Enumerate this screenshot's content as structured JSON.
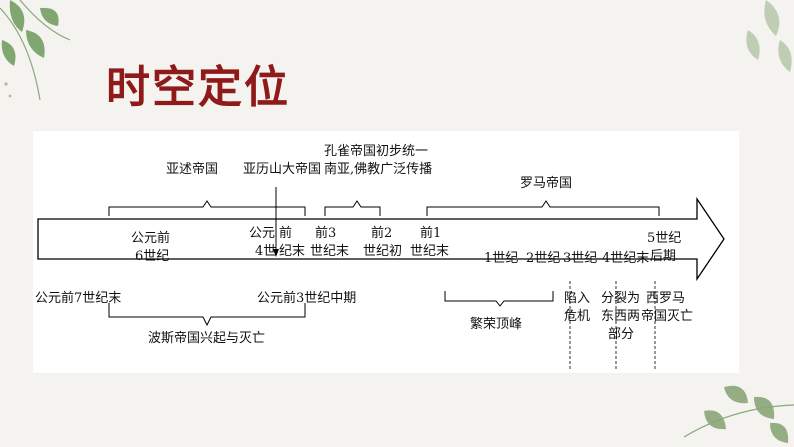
{
  "slide": {
    "title": "时空定位",
    "colors": {
      "title": "#8e1a1a",
      "leaf": "#6e9a5c",
      "panel": "#ffffff"
    }
  },
  "timeline": {
    "above": {
      "assyria": "亚述帝国",
      "alexander": "亚历山大帝国",
      "maurya_line1": "孔雀帝国初步统一",
      "maurya_line2": "南亚,佛教广泛传播",
      "rome": "罗马帝国"
    },
    "ticks": {
      "bc6_a": "公元前",
      "bc6_b": "6世纪",
      "bc4_a": "公元",
      "bc4_b": "4世",
      "bc4_c": "前",
      "bc4_d": "纪末",
      "bc3_a": "前3",
      "bc3_b": "世纪末",
      "bc2_a": "前2",
      "bc2_b": "世纪初",
      "bc1_a": "前1",
      "bc1_b": "世纪末",
      "ad1": "1世纪",
      "ad2": "2世纪",
      "ad3": "3世纪",
      "ad4": "4世纪末",
      "ad5_a": "5世纪",
      "ad5_b": "后期"
    },
    "below": {
      "bc7": "公元前7世纪末",
      "bc3_mid": "公元前3世纪中期",
      "persia": "波斯帝国兴起与灭亡",
      "prosperity": "繁荣顶峰",
      "crisis_a": "陷入",
      "crisis_b": "危机",
      "split_a": "分裂为",
      "split_b": "东西两",
      "split_c": "部分",
      "fall_a": "西罗马",
      "fall_b": "帝国灭亡"
    }
  }
}
